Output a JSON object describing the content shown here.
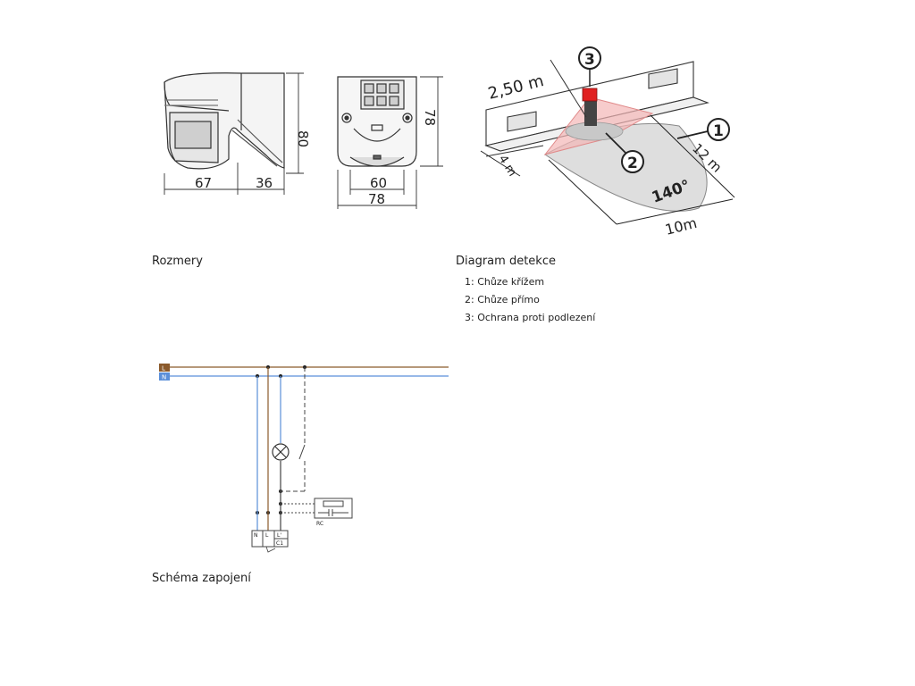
{
  "dimensions": {
    "side_depth": "67",
    "side_depth2": "36",
    "side_height": "80",
    "front_height": "78",
    "front_inner_width": "60",
    "front_width": "78",
    "caption": "Rozmery"
  },
  "detection": {
    "mount_height": "2,50 m",
    "near_range": "4 m",
    "side_range": "12 m",
    "angle": "140°",
    "max_range": "10m",
    "marker_1": "1",
    "marker_2": "2",
    "marker_3": "3",
    "caption": "Diagram detekce",
    "legend": [
      "1: Chůze křížem",
      "2: Chůze přímo",
      "3: Ochrana proti podlezení"
    ]
  },
  "wiring": {
    "label_L": "L",
    "label_N": "N",
    "terminal_N": "N",
    "terminal_L": "L",
    "terminal_Lp": "L'",
    "terminal_C1": "C1",
    "rc_label": "RC",
    "caption": "Schéma zapojení"
  },
  "colors": {
    "phase": "#8b5a2b",
    "neutral": "#5b8fd9",
    "fov_near": "#f4b6b6",
    "marker": "#e02020",
    "line": "#222222"
  }
}
